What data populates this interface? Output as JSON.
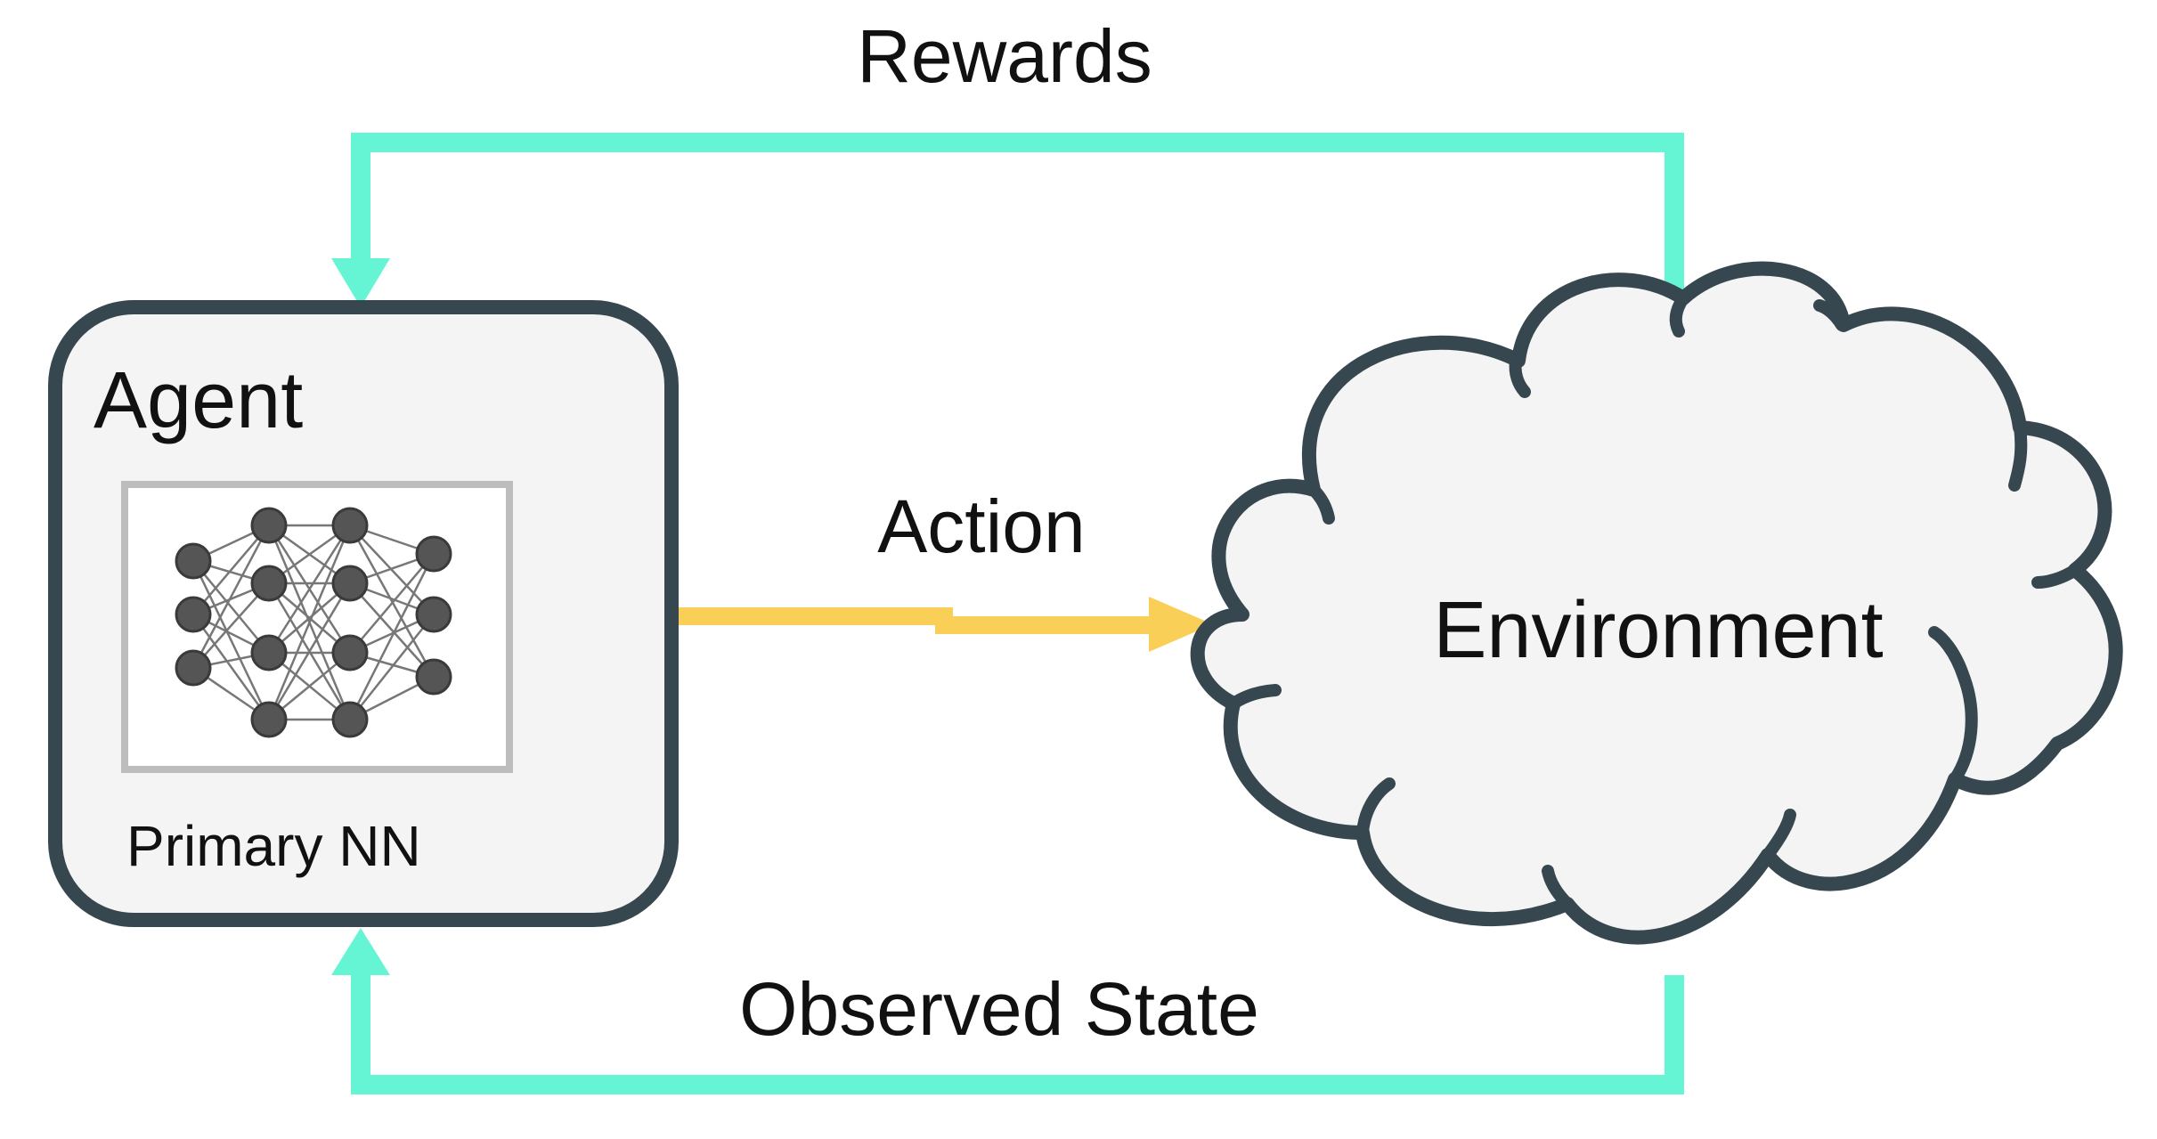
{
  "diagram": {
    "rewards_label": "Rewards",
    "action_label": "Action",
    "observed_state_label": "Observed State",
    "agent_label": "Agent",
    "network_label": "Primary NN",
    "environment_label": "Environment"
  },
  "colors": {
    "reward_loop": "#66f5d4",
    "action_arrow": "#f9cf57",
    "outline": "#37474f",
    "node": "#555555",
    "box_fill": "#f4f4f4",
    "nn_frame": "#bdbdbd"
  }
}
